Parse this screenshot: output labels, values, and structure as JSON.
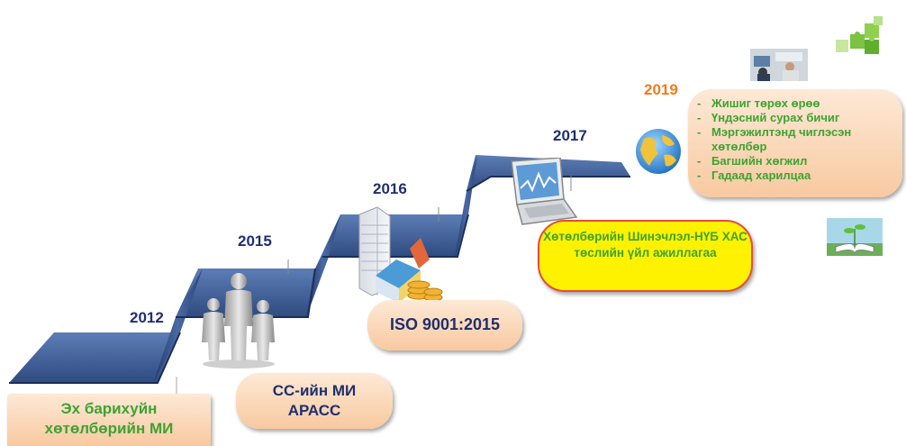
{
  "years": {
    "y2012": "2012",
    "y2015": "2015",
    "y2016": "2016",
    "y2017": "2017",
    "y2019": "2019"
  },
  "boxes": {
    "box2012_line1": "Эх барихуйн",
    "box2012_line2": "хөтөлбөрийн МИ",
    "box2015_line1": "СС-ийн МИ",
    "box2015_line2": "АРАСС",
    "box2016": "ISO 9001:2015",
    "box2017_line1": "Хөтөлбөрийн",
    "box2017_line2": "Шинэчлэл-НҮБ ХАС",
    "box2017_line3": "төслийн үйл ажиллагаа"
  },
  "items2019": [
    "Жишиг төрөх өрөө",
    "Үндэсний сурах бичиг",
    "Мэргэжилтэнд чиглэсэн хөтөлбөр",
    "Багшийн хөгжил",
    "Гадаад харилцаа"
  ],
  "icons": {
    "people": "people-icon",
    "building": "building-coins-icon",
    "laptop": "laptop-chart-icon",
    "globe": "globe-icon",
    "photo": "classroom-photo-icon",
    "puzzle": "puzzle-icon",
    "book": "book-plant-icon"
  },
  "colors": {
    "year": "#1f2f6e",
    "year_highlight": "#f07b1e",
    "text_green": "#3da332",
    "text_blue": "#1f2f6e",
    "stairs": "#3b5a91",
    "box_bg": "#f8c9a0",
    "yellow_box": "#fff200"
  }
}
